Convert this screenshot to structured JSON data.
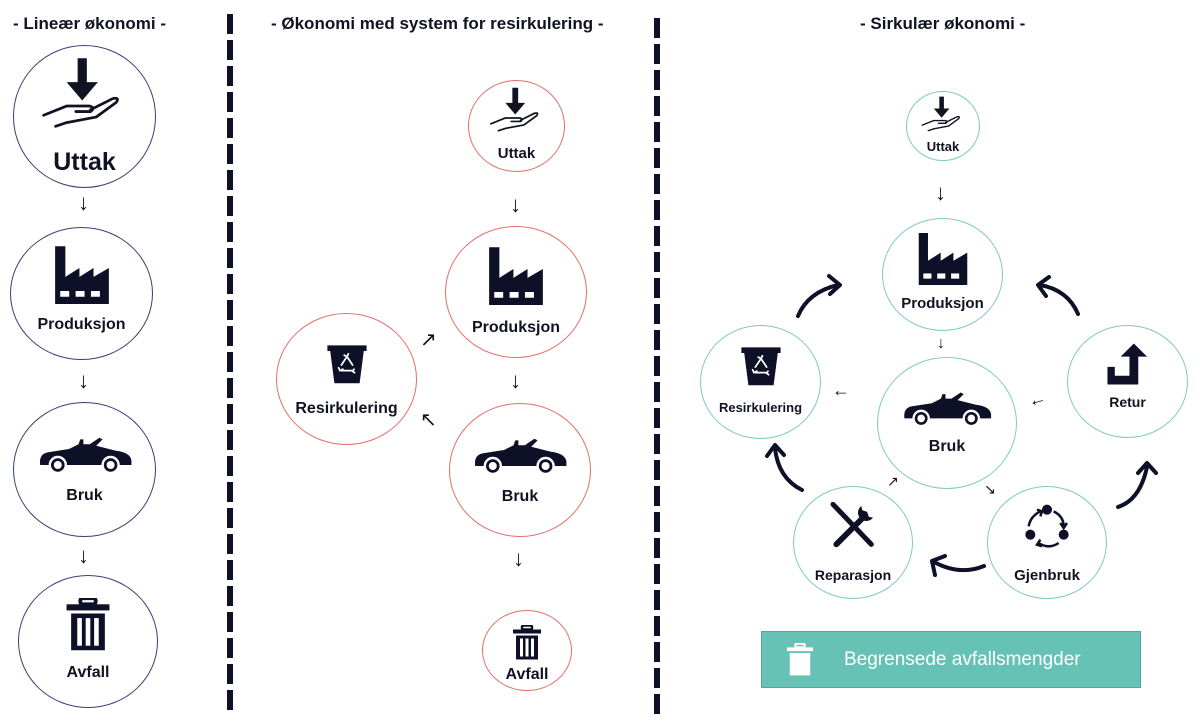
{
  "columns": [
    {
      "title": "- Lineær økonomi -",
      "theme_color": "#3a3f78",
      "nodes": [
        {
          "label": "Uttak",
          "icon": "hand-receive-icon"
        },
        {
          "label": "Produksjon",
          "icon": "factory-icon"
        },
        {
          "label": "Bruk",
          "icon": "car-icon"
        },
        {
          "label": "Avfall",
          "icon": "trash-icon"
        }
      ]
    },
    {
      "title": "- Økonomi med system for resirkulering -",
      "theme_color": "#e2706b",
      "nodes": [
        {
          "label": "Uttak",
          "icon": "hand-receive-icon"
        },
        {
          "label": "Produksjon",
          "icon": "factory-icon"
        },
        {
          "label": "Bruk",
          "icon": "car-icon"
        },
        {
          "label": "Resirkulering",
          "icon": "recycle-bin-icon"
        },
        {
          "label": "Avfall",
          "icon": "trash-icon"
        }
      ]
    },
    {
      "title": "- Sirkulær økonomi -",
      "theme_color": "#7fcbbd",
      "nodes": [
        {
          "label": "Uttak",
          "icon": "hand-receive-icon"
        },
        {
          "label": "Produksjon",
          "icon": "factory-icon"
        },
        {
          "label": "Bruk",
          "icon": "car-icon"
        },
        {
          "label": "Resirkulering",
          "icon": "recycle-bin-icon"
        },
        {
          "label": "Retur",
          "icon": "return-arrow-icon"
        },
        {
          "label": "Reparasjon",
          "icon": "tools-icon"
        },
        {
          "label": "Gjenbruk",
          "icon": "reuse-cycle-icon"
        }
      ],
      "banner": {
        "label": "Begrensede avfallsmengder",
        "icon": "trash-icon",
        "color": "#66c2b4"
      }
    }
  ],
  "arrows": {
    "down": "↓",
    "up_right": "↗",
    "up_left": "↖",
    "left": "←",
    "down_right": "↘"
  }
}
